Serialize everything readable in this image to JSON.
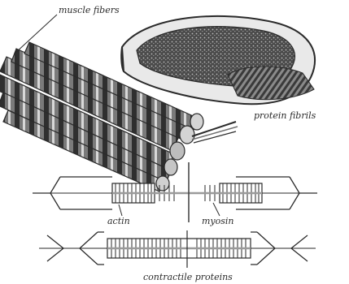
{
  "diagram": {
    "labels": {
      "muscle_fibers": "muscle fibers",
      "protein_fibrils": "protein fibrils",
      "actin": "actin",
      "myosin": "myosin",
      "contractile_proteins": "contractile proteins"
    },
    "colors": {
      "ink": "#2a2a2a",
      "mid": "#6f6f6f",
      "light": "#c9c9c9",
      "dark_fill": "#3a3a3a"
    }
  }
}
